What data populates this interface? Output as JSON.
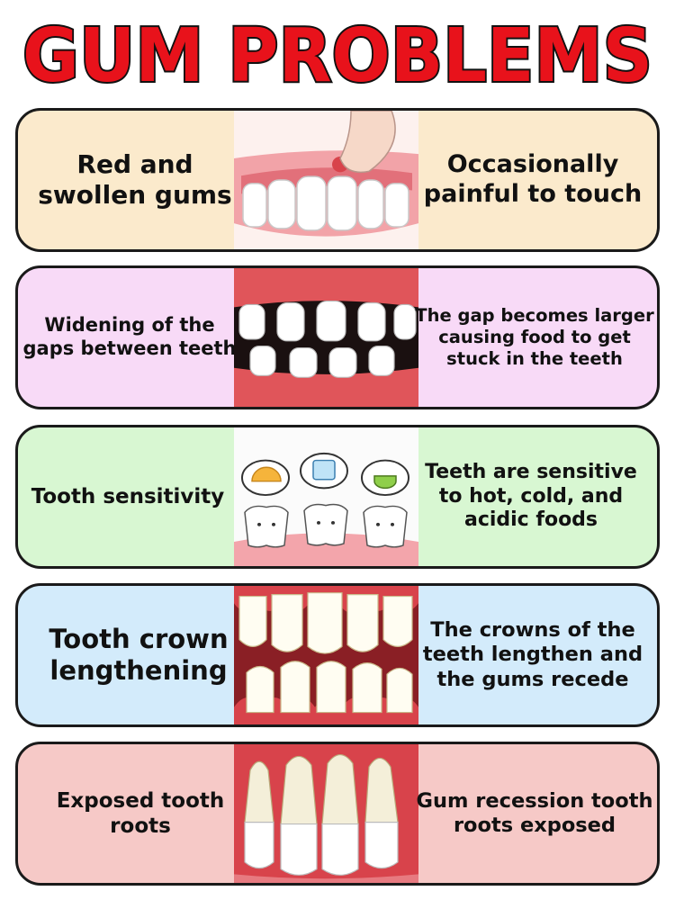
{
  "title": "GUM PROBLEMS",
  "colors": {
    "title_fill": "#e8121b",
    "title_stroke": "#111111",
    "gum_red": "#d8434b",
    "row_bgs": [
      "#fbeacc",
      "#f8daf7",
      "#d8f7d2",
      "#d3ebfb",
      "#f6c9c7"
    ]
  },
  "rows": [
    {
      "left": "Red and swollen gums",
      "right": "Occasionally painful to touch",
      "image": "swollen-gums-illustration"
    },
    {
      "left": "Widening of the gaps between teeth",
      "right": "The gap becomes larger causing food to get stuck in the teeth",
      "image": "gapped-teeth-illustration"
    },
    {
      "left": "Tooth sensitivity",
      "right": "Teeth are sensitive to hot, cold, and acidic foods",
      "image": "sensitive-teeth-illustration"
    },
    {
      "left": "Tooth crown lengthening",
      "right": "The crowns of the teeth lengthen and the gums recede",
      "image": "long-crowns-illustration"
    },
    {
      "left": "Exposed tooth roots",
      "right": "Gum recession tooth roots exposed",
      "image": "exposed-roots-illustration"
    }
  ]
}
